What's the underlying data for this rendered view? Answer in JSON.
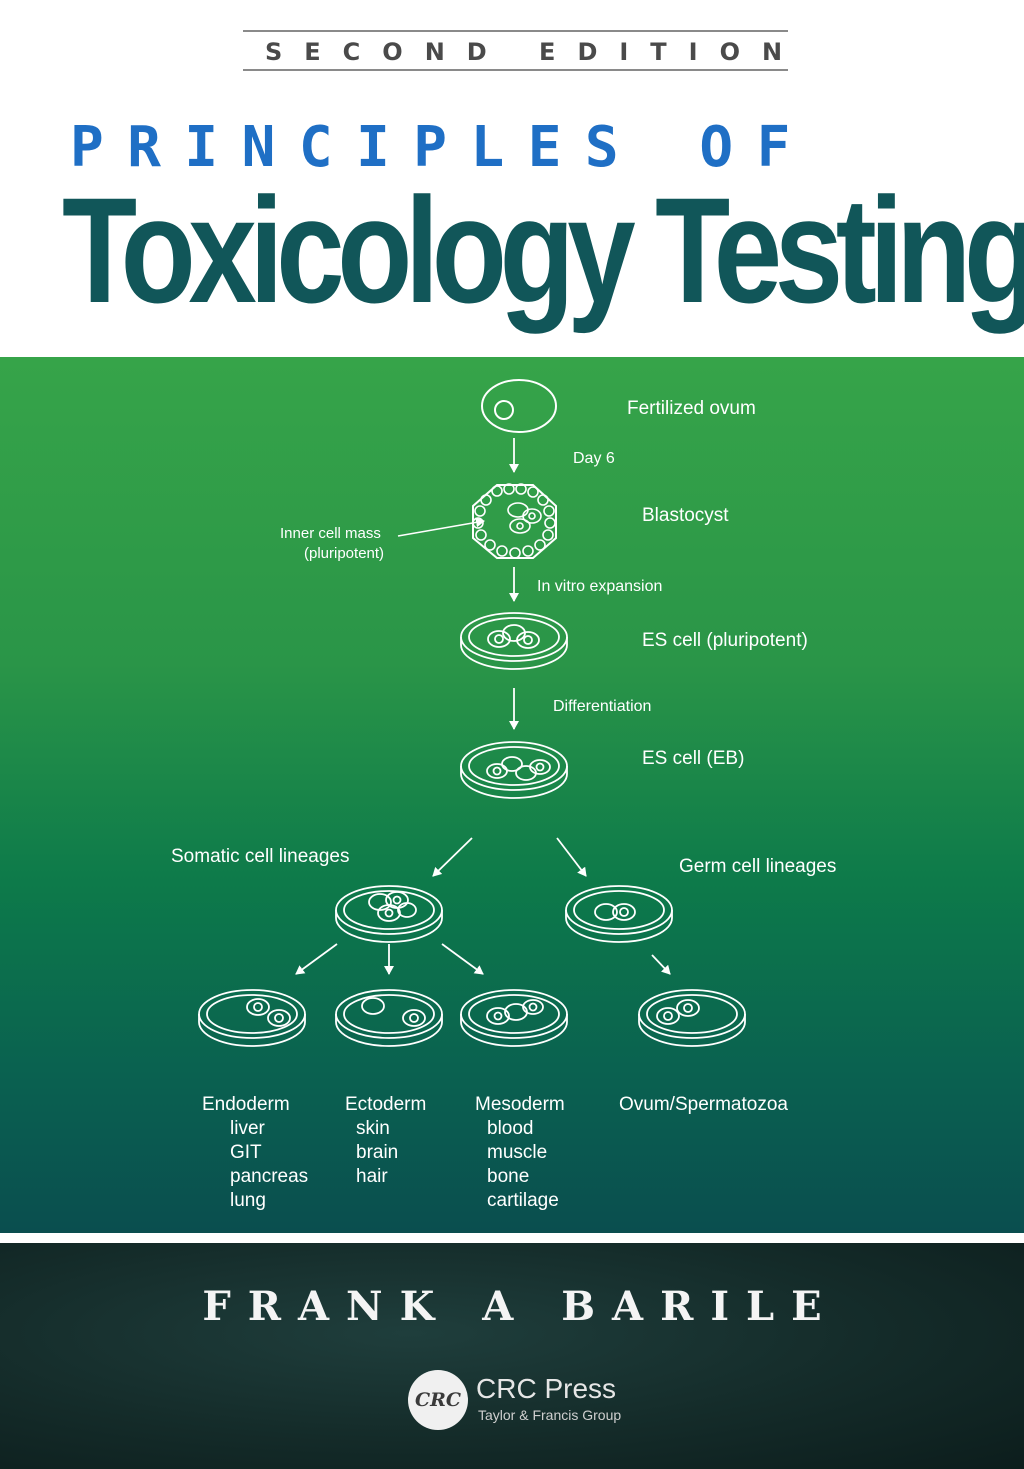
{
  "cover": {
    "edition": "SECOND EDITION",
    "series_title": "PRINCIPLES OF",
    "title": "Toxicology Testing",
    "author": "FRANK A BARILE"
  },
  "diagram": {
    "stages": {
      "fertilized_ovum": "Fertilized ovum",
      "day6": "Day 6",
      "blastocyst": "Blastocyst",
      "inner_cell_mass": "Inner cell mass",
      "pluripotent_note": "(pluripotent)",
      "in_vitro": "In vitro expansion",
      "es_cell_pluri": "ES cell (pluripotent)",
      "differentiation": "Differentiation",
      "es_cell_eb": "ES cell (EB)",
      "somatic": "Somatic cell lineages",
      "germ": "Germ cell lineages"
    },
    "lineages": {
      "endoderm": {
        "name": "Endoderm",
        "items": [
          "liver",
          "GIT",
          "pancreas",
          "lung"
        ]
      },
      "ectoderm": {
        "name": "Ectoderm",
        "items": [
          "skin",
          "brain",
          "hair"
        ]
      },
      "mesoderm": {
        "name": "Mesoderm",
        "items": [
          "blood",
          "muscle",
          "bone",
          "cartilage"
        ]
      },
      "ovum": {
        "name": "Ovum/Spermatozoa"
      }
    }
  },
  "publisher": {
    "logo_text": "CRC",
    "name": "CRC Press",
    "group": "Taylor & Francis Group"
  },
  "colors": {
    "series_blue": "#1f6fc5",
    "title_teal": "#115659",
    "panel_green": "#36a449",
    "panel_dark": "#0a4e4f"
  }
}
